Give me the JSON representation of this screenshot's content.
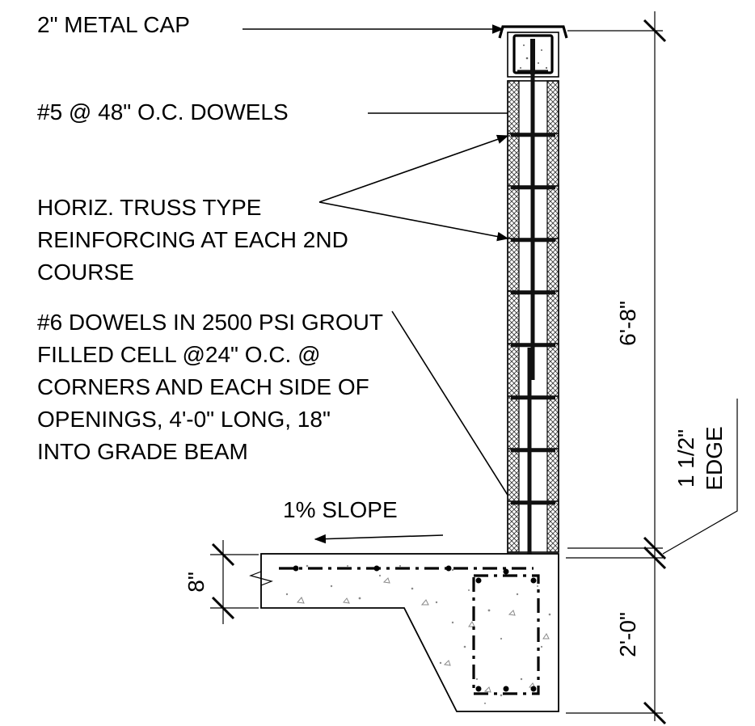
{
  "labels": {
    "metal_cap": "2\" METAL CAP",
    "dowels_5": "#5 @ 48\" O.C. DOWELS",
    "horiz_truss": [
      "HORIZ. TRUSS TYPE",
      "REINFORCING AT EACH 2ND",
      "COURSE"
    ],
    "dowels_6": [
      "#6 DOWELS IN 2500 PSI GROUT",
      "FILLED CELL @24\" O.C. @",
      "CORNERS AND EACH SIDE OF",
      "OPENINGS, 4'-0\" LONG, 18\"",
      "INTO GRADE BEAM"
    ],
    "slope": "1% SLOPE",
    "edge": [
      "1 1/2\"",
      "EDGE"
    ]
  },
  "dimensions": {
    "wall_height": "6'-8\"",
    "slab_thickness": "8\"",
    "grade_beam_depth": "2'-0\""
  },
  "colors": {
    "line": "#000000",
    "concrete_speckle": "#8a8a8a",
    "block_hatch": "#3a3a3a"
  }
}
